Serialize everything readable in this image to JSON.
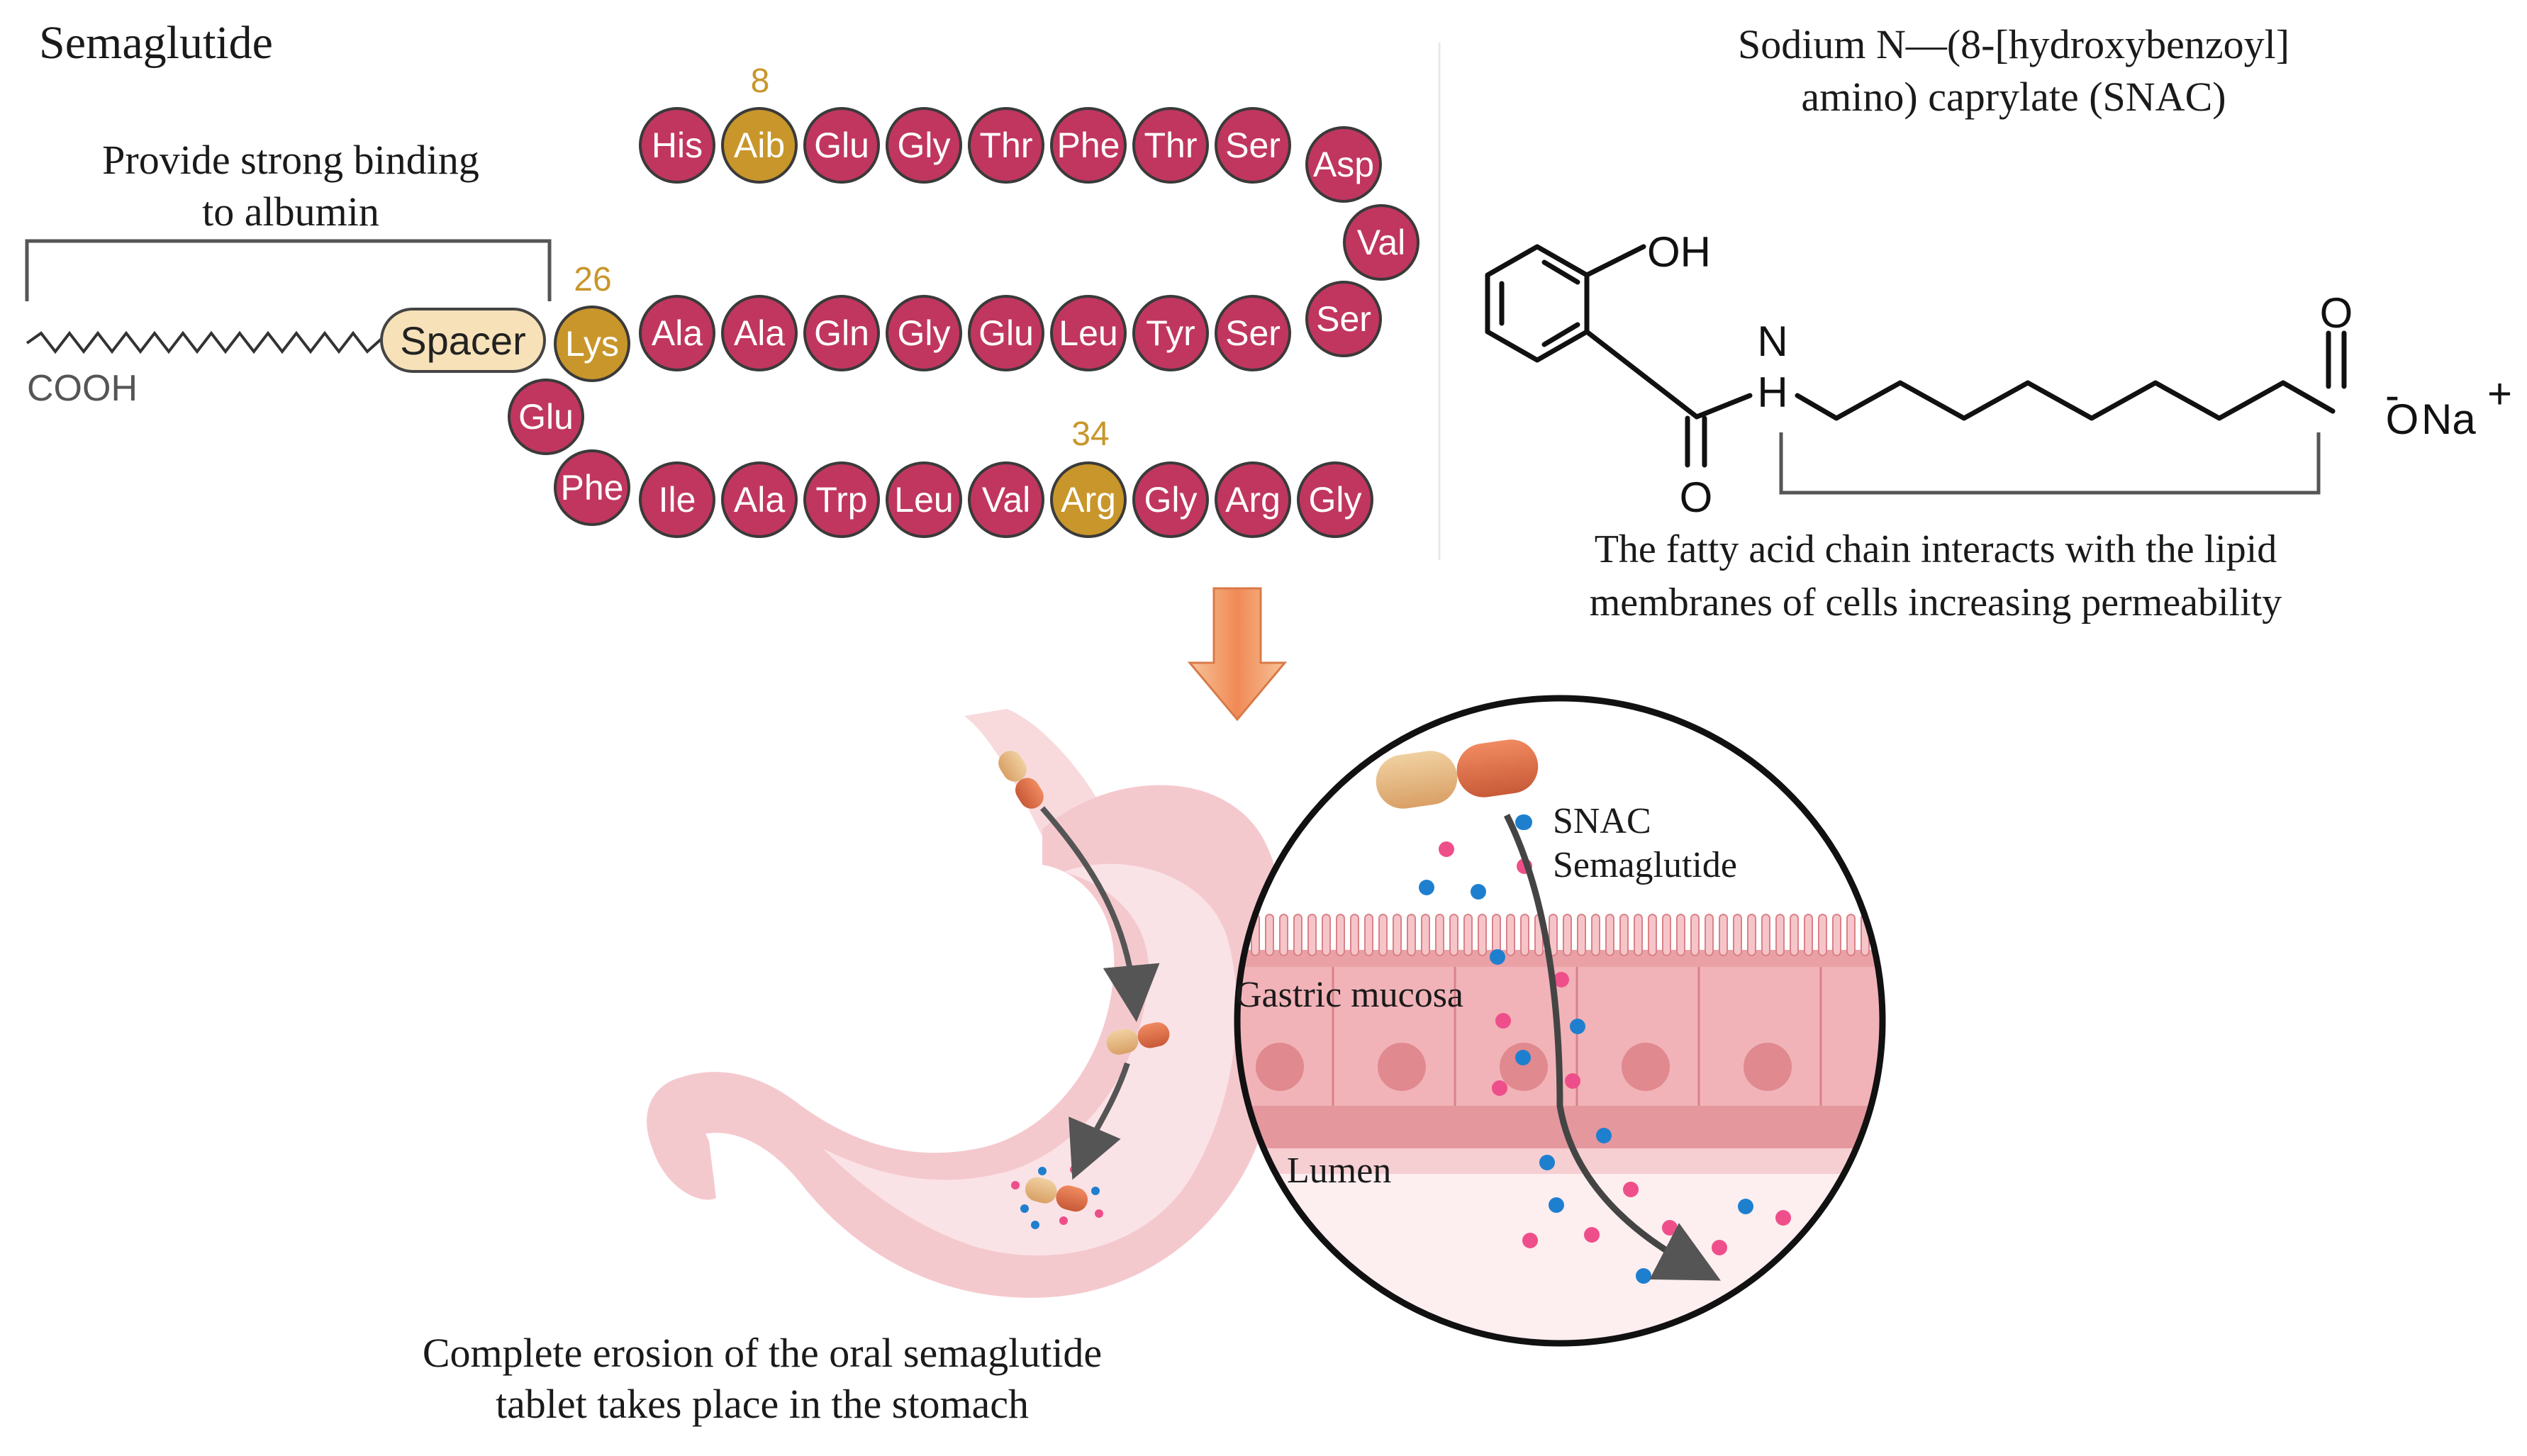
{
  "title": "Semaglutide",
  "albumin_label_line1": "Provide strong binding",
  "albumin_label_line2": "to albumin",
  "cooh_label": "COOH",
  "spacer_label": "Spacer",
  "position_labels": [
    "8",
    "26",
    "34"
  ],
  "peptide_row1": [
    "His",
    "Aib",
    "Glu",
    "Gly",
    "Thr",
    "Phe",
    "Thr",
    "Ser",
    "Asp"
  ],
  "peptide_turn1": [
    "Val",
    "Ser"
  ],
  "peptide_row2": [
    "Lys",
    "Ala",
    "Ala",
    "Gln",
    "Gly",
    "Glu",
    "Leu",
    "Tyr",
    "Ser"
  ],
  "peptide_turn2": [
    "Glu",
    "Phe"
  ],
  "peptide_row3": [
    "Ile",
    "Ala",
    "Trp",
    "Leu",
    "Val",
    "Arg",
    "Gly",
    "Arg",
    "Gly"
  ],
  "highlighted_residues": [
    "Aib",
    "Lys",
    "Arg"
  ],
  "snac_title_line1": "Sodium  N—(8-[hydroxybenzoyl]",
  "snac_title_line2": "amino) caprylate  (SNAC)",
  "chem_labels": {
    "oh": "OH",
    "n": "N",
    "h": "H",
    "o_top": "O",
    "o_bottom": "O",
    "ona": "O",
    "o_charge": "-",
    "na": "Na",
    "na_charge": "+"
  },
  "fatty_acid_line1": "The fatty acid chain interacts with the lipid",
  "fatty_acid_line2": "membranes of cells increasing permeability",
  "stomach_caption_line1": "Complete erosion of the oral semaglutide",
  "stomach_caption_line2": "tablet takes place in the stomach",
  "legend": [
    {
      "label": "SNAC",
      "color": "#1f7fcf"
    },
    {
      "label": "Semaglutide",
      "color": "#ee4f8a"
    }
  ],
  "gastric_mucosa_label": "Gastric mucosa",
  "lumen_label": "Lumen",
  "colors": {
    "residue": "#c0365f",
    "highlight": "#c8962a",
    "spacer_fill": "#f7e1b8",
    "arrow_orange": "#f0a070",
    "stomach": "#f4c9ce",
    "mucosa": "#eaa1a6",
    "snac": "#1f7fcf",
    "semaglutide": "#ee4f8a"
  }
}
